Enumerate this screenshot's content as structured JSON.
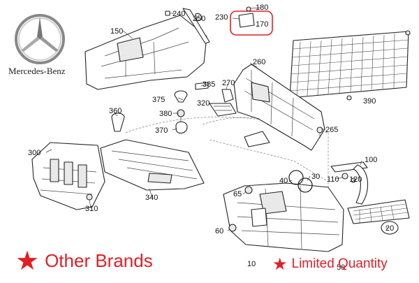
{
  "brand": {
    "name": "Mercedes-Benz",
    "logo_icon": "three-pointed-star-logo-icon"
  },
  "promo": {
    "other_brands": "Other Brands",
    "limited_quantity": "Limited Quantity",
    "star_icon": "red-star-icon",
    "accent_color": "#e31e24"
  },
  "diagram": {
    "callouts": [
      "10",
      "20",
      "30",
      "40",
      "50",
      "60",
      "65",
      "100",
      "110",
      "120",
      "150",
      "170",
      "180",
      "230",
      "240",
      "250",
      "260",
      "265",
      "270",
      "300",
      "310",
      "320",
      "340",
      "360",
      "370",
      "375",
      "380",
      "385",
      "390"
    ],
    "highlighted_part": "170",
    "highlight_color": "#e31e24"
  }
}
